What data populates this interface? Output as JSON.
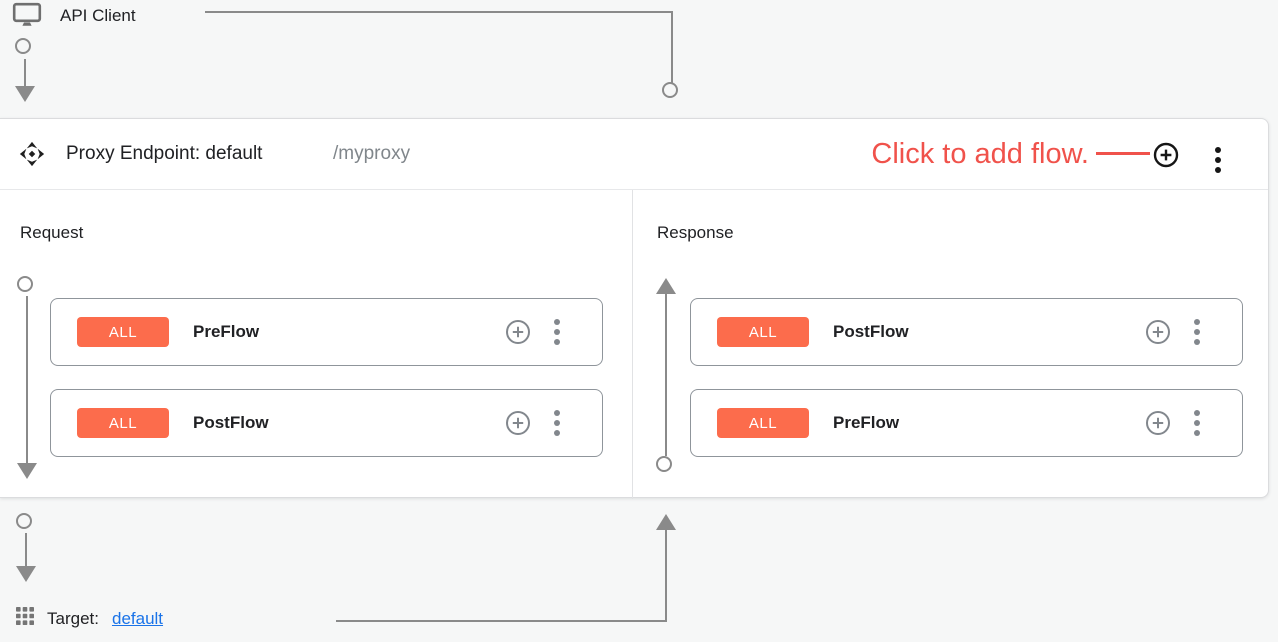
{
  "colors": {
    "bg": "#f6f7f7",
    "panel_border": "#dbdcde",
    "card_border": "#8f959b",
    "connector_gray": "#8a8a8a",
    "badge_orange": "#fc6c4c",
    "annotation_red": "#f0524b",
    "link_blue": "#1a73e8",
    "text_dark": "#202124",
    "text_gray": "#80868b"
  },
  "icons": {
    "api_client": "monitor-icon",
    "proxy_endpoint": "move-arrows-icon",
    "add_flow": "circled-plus-icon",
    "menu": "kebab-vertical-icon",
    "target": "grid-3x3-icon"
  },
  "api_client": {
    "label": "API Client"
  },
  "proxy_endpoint": {
    "title": "Proxy Endpoint: default",
    "basepath": "/myproxy",
    "annotation": "Click to add flow.",
    "request": {
      "label": "Request",
      "flows": [
        {
          "condition": "ALL",
          "name": "PreFlow"
        },
        {
          "condition": "ALL",
          "name": "PostFlow"
        }
      ]
    },
    "response": {
      "label": "Response",
      "flows": [
        {
          "condition": "ALL",
          "name": "PostFlow"
        },
        {
          "condition": "ALL",
          "name": "PreFlow"
        }
      ]
    }
  },
  "target": {
    "label": "Target:",
    "link_text": "default"
  }
}
